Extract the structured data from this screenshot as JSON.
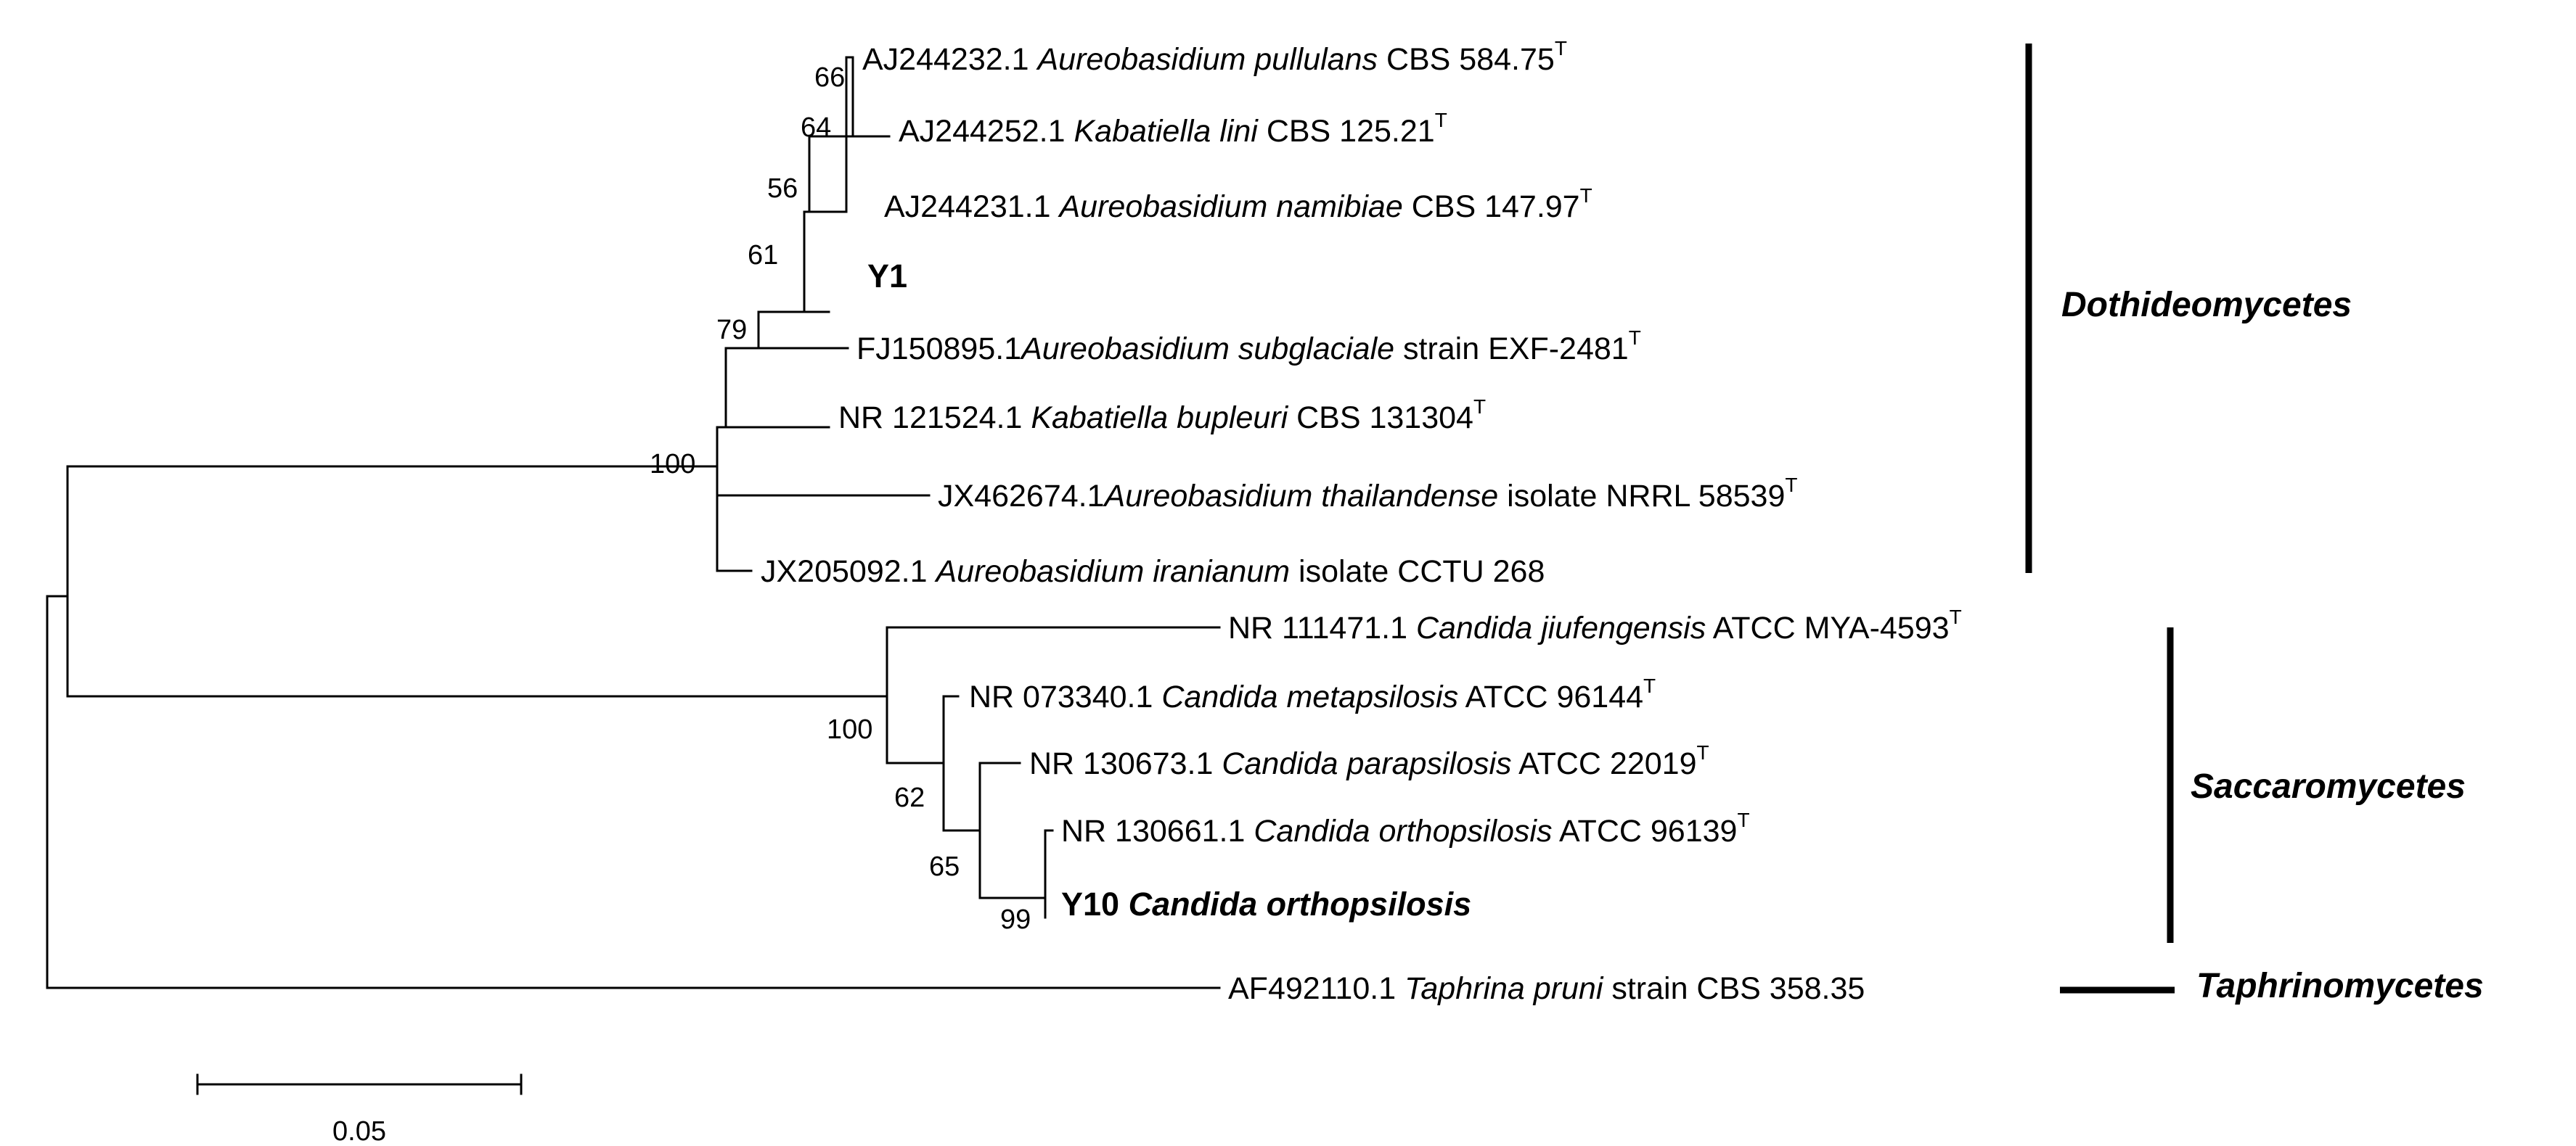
{
  "leaves": [
    {
      "id": "aj244232",
      "acc": "AJ244232.1 ",
      "sp": "Aureobasidium pullulans",
      "rest": " CBS 584.75",
      "sup": "T",
      "bold": false
    },
    {
      "id": "aj244252",
      "acc": "AJ244252.1 ",
      "sp": "Kabatiella lini",
      "rest": " CBS 125.21",
      "sup": "T",
      "bold": false
    },
    {
      "id": "aj244231",
      "acc": "AJ244231.1 ",
      "sp": "Aureobasidium namibiae",
      "rest": " CBS 147.97",
      "sup": "T",
      "bold": false
    },
    {
      "id": "y1",
      "acc": "Y1",
      "sp": "",
      "rest": "",
      "sup": "",
      "bold": true
    },
    {
      "id": "fj150895",
      "acc": "FJ150895.1",
      "sp": "Aureobasidium subglaciale",
      "rest": " strain EXF-2481",
      "sup": "T",
      "bold": false
    },
    {
      "id": "nr121524",
      "acc": "NR 121524.1 ",
      "sp": "Kabatiella bupleuri",
      "rest": "  CBS 131304",
      "sup": "T",
      "bold": false
    },
    {
      "id": "jx462674",
      "acc": "JX462674.1",
      "sp": "Aureobasidium thailandense",
      "rest": " isolate NRRL 58539",
      "sup": "T",
      "bold": false
    },
    {
      "id": "jx205092",
      "acc": "JX205092.1 ",
      "sp": "Aureobasidium iranianum",
      "rest": " isolate CCTU 268",
      "sup": "",
      "bold": false
    },
    {
      "id": "nr111471",
      "acc": "NR 111471.1 ",
      "sp": "Candida jiufengensis",
      "rest": " ATCC MYA-4593",
      "sup": "T",
      "bold": false
    },
    {
      "id": "nr073340",
      "acc": "NR 073340.1 ",
      "sp": "Candida metapsilosis",
      "rest": " ATCC 96144",
      "sup": "T",
      "bold": false
    },
    {
      "id": "nr130673",
      "acc": "NR 130673.1 ",
      "sp": "Candida parapsilosis",
      "rest": " ATCC 22019",
      "sup": "T",
      "bold": false
    },
    {
      "id": "nr130661",
      "acc": "NR 130661.1 ",
      "sp": "Candida orthopsilosis",
      "rest": " ATCC 96139",
      "sup": "T",
      "bold": false
    },
    {
      "id": "y10",
      "acc": "Y10 ",
      "sp": "Candida orthopsilosis",
      "rest": "",
      "sup": "",
      "bold": true
    },
    {
      "id": "af492110",
      "acc": "AF492110.1 ",
      "sp": "Taphrina pruni",
      "rest": " strain CBS 358.35",
      "sup": "",
      "bold": false
    }
  ],
  "bootstrap": [
    "66",
    "64",
    "56",
    "61",
    "79",
    "100",
    "100",
    "62",
    "65",
    "99"
  ],
  "clades": [
    "Dothideomycetes",
    "Saccaromycetes",
    "Taphrinomycetes"
  ],
  "scale": {
    "label": "0.05"
  }
}
